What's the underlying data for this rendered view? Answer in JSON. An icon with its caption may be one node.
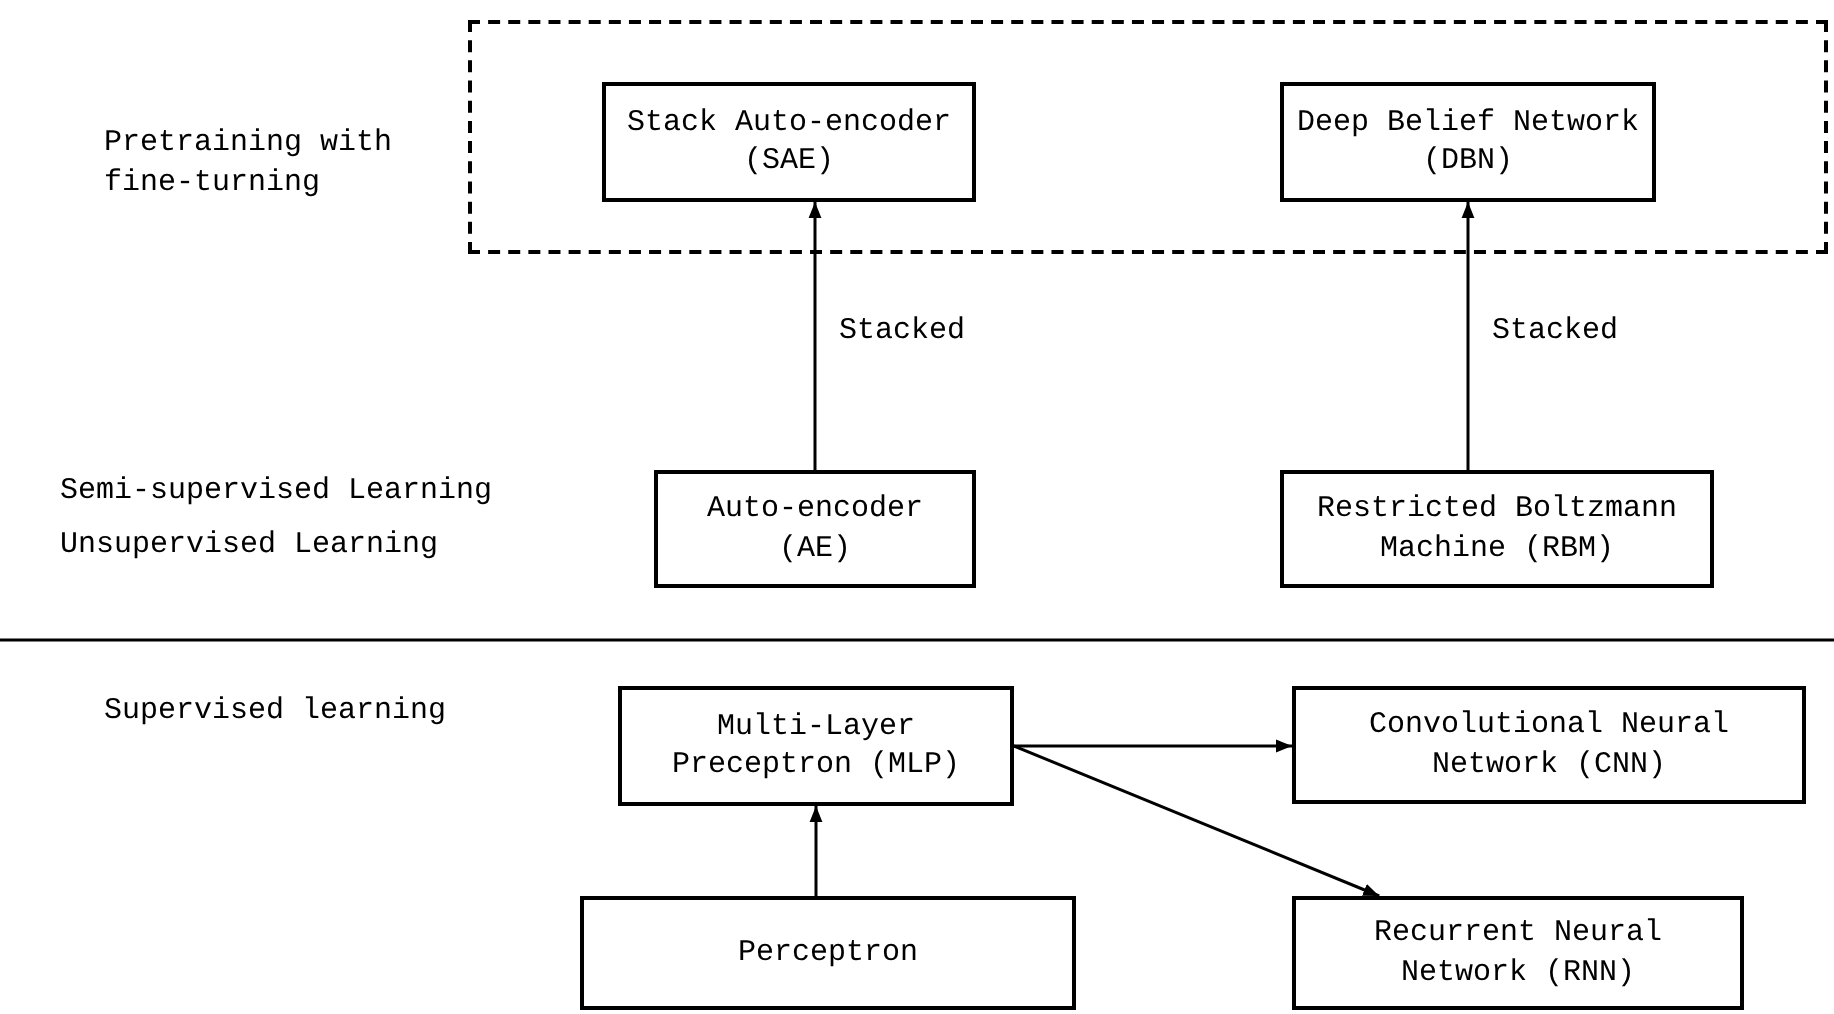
{
  "diagram": {
    "nodes": [
      {
        "text": [],
        "shape": "box"
      },
      {
        "text": [
          "Stack Auto-encoder (SAE)"
        ],
        "in": 0
      },
      {
        "text": [
          "Deep Belief Network (DBN)"
        ],
        "in": 0
      },
      {
        "text": [
          "Auto-encoder (AE)"
        ]
      },
      {
        "text": [
          "Restricted Boltzmann Machine (RBM)"
        ]
      },
      {
        "text": [
          "Multi-Layer Preceptron (MLP)"
        ]
      },
      {
        "text": [
          "Convolutional Neural Network (CNN)"
        ]
      },
      {
        "text": [
          "Perceptron"
        ]
      },
      {
        "text": [
          "Recurrent Neural Network (RNN)"
        ]
      }
    ],
    "edges": [
      {
        "from": 3,
        "to": 1,
        "arrow": "to",
        "label": "Stacked"
      },
      {
        "from": 4,
        "to": 2,
        "arrow": "to",
        "label": "Stacked"
      },
      {
        "from": 7,
        "to": 5,
        "arrow": "to"
      },
      {
        "from": 5,
        "to": 6,
        "arrow": "to"
      },
      {
        "from": 5,
        "to": 8,
        "arrow": "to"
      }
    ],
    "labels": [
      "Pretraining with fine-turning",
      "Semi-supervised Learning",
      "Unsupervised Learning",
      "Supervised learning"
    ]
  }
}
